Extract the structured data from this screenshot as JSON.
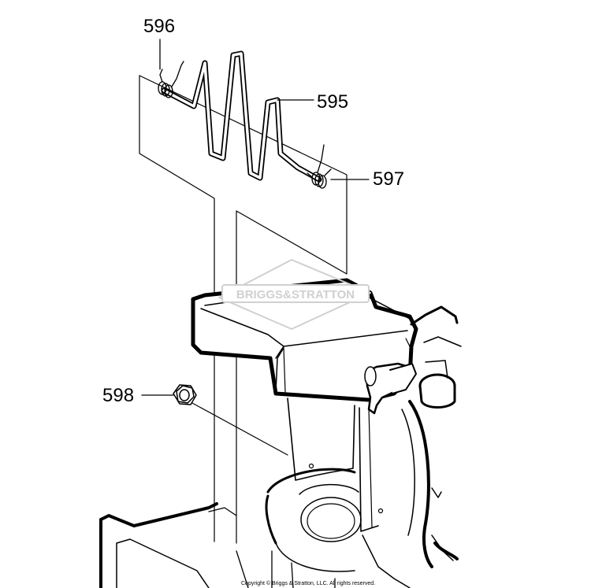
{
  "diagram": {
    "callouts": [
      {
        "id": "596",
        "label": "596"
      },
      {
        "id": "595",
        "label": "595"
      },
      {
        "id": "597",
        "label": "597"
      },
      {
        "id": "598",
        "label": "598"
      }
    ],
    "watermark": "BRIGGS&STRATTON",
    "copyright": "Copyright © Briggs & Stratton, LLC. All rights reserved."
  },
  "colors": {
    "line": "#000000",
    "background": "#ffffff",
    "watermark": "#d0d0d0"
  }
}
